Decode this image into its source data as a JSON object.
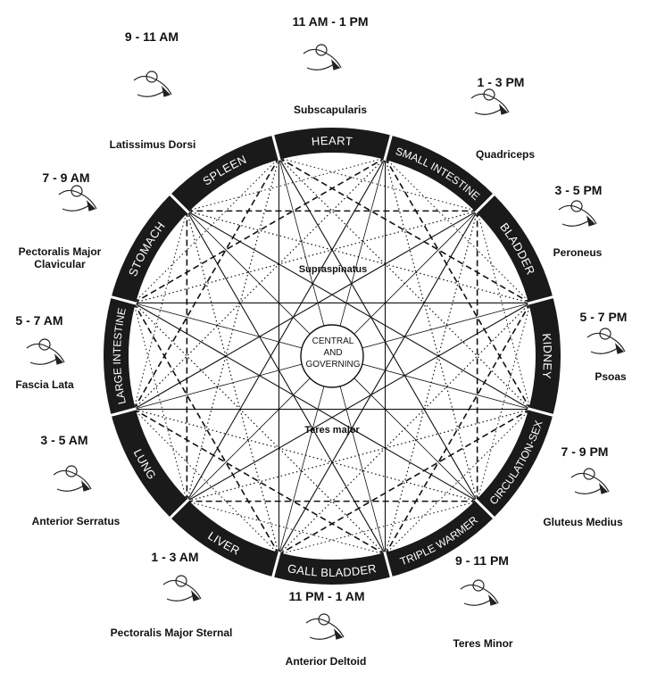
{
  "center": [
    "CENTRAL",
    "AND",
    "GOVERNING"
  ],
  "inner_labels": {
    "upper": "Supraspinatus",
    "lower": "Teres major"
  },
  "organs": [
    {
      "name": "HEART"
    },
    {
      "name": "SMALL INTESTINE"
    },
    {
      "name": "BLADDER"
    },
    {
      "name": "KIDNEY"
    },
    {
      "name": "CIRCULATION-SEX"
    },
    {
      "name": "TRIPLE WARMER"
    },
    {
      "name": "GALL BLADDER"
    },
    {
      "name": "LIVER"
    },
    {
      "name": "LUNG"
    },
    {
      "name": "LARGE INTESTINE"
    },
    {
      "name": "STOMACH"
    },
    {
      "name": "SPLEEN"
    }
  ],
  "outer_items": [
    {
      "time": "11 AM - 1 PM",
      "muscle": [
        "Subscapularis"
      ]
    },
    {
      "time": "1 - 3 PM",
      "muscle": [
        "Quadriceps"
      ]
    },
    {
      "time": "3 - 5 PM",
      "muscle": [
        "Peroneus"
      ]
    },
    {
      "time": "5 - 7 PM",
      "muscle": [
        "Psoas"
      ]
    },
    {
      "time": "7 - 9 PM",
      "muscle": [
        "Gluteus Medius"
      ]
    },
    {
      "time": "9 - 11 PM",
      "muscle": [
        "Teres Minor"
      ]
    },
    {
      "time": "11 PM - 1 AM",
      "muscle": [
        "Anterior Deltoid"
      ]
    },
    {
      "time": "1 - 3 AM",
      "muscle": [
        "Pectoralis Major Sternal"
      ]
    },
    {
      "time": "3 - 5 AM",
      "muscle": [
        "Anterior Serratus"
      ]
    },
    {
      "time": "5 - 7 AM",
      "muscle": [
        "Fascia Lata"
      ]
    },
    {
      "time": "7 - 9 AM",
      "muscle": [
        "Pectoralis Major",
        "Clavicular"
      ]
    },
    {
      "time": "9 - 11 AM",
      "muscle": [
        "Latissimus Dorsi"
      ]
    }
  ]
}
